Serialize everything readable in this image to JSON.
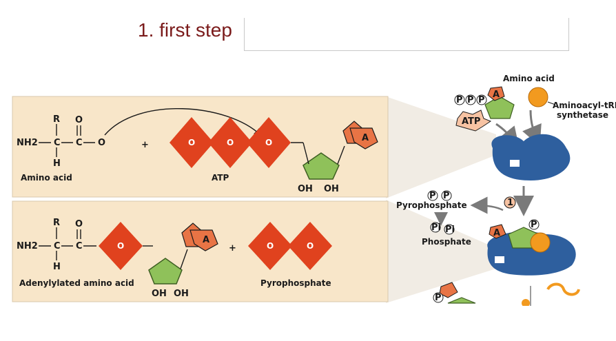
{
  "header": {
    "title": "1. first step"
  },
  "panel1": {
    "amino_acid_label": "Amino acid",
    "atp_label": "ATP",
    "plus": "+",
    "nh2": "NH2",
    "r": "R",
    "h": "H",
    "c": "C",
    "o": "O",
    "ribose_oh1": "OH",
    "ribose_oh2": "OH",
    "adenine": "A"
  },
  "panel2": {
    "product_label": "Adenylylated amino acid",
    "pyrophosphate_label": "Pyrophosphate",
    "plus": "+",
    "adenine": "A"
  },
  "right": {
    "amino_acid_label": "Amino acid",
    "enzyme_label_line1": "Aminoacyl-tRNA",
    "enzyme_label_line2": "synthetase",
    "atp_badge": "ATP",
    "p": "P",
    "pi": "Pi",
    "pyrophosphate_label": "Pyrophosphate",
    "phosphate_label": "Phosphate",
    "step_number": "1",
    "adenine": "A"
  },
  "colors": {
    "title": "#7a1a1a",
    "panel_bg": "#f8e6c9",
    "phosphate_red": "#e0421e",
    "ribose_green": "#8fc15a",
    "adenine_orange": "#e87445",
    "enzyme_blue": "#2e5f9e",
    "amino_orange": "#f29a1f"
  }
}
